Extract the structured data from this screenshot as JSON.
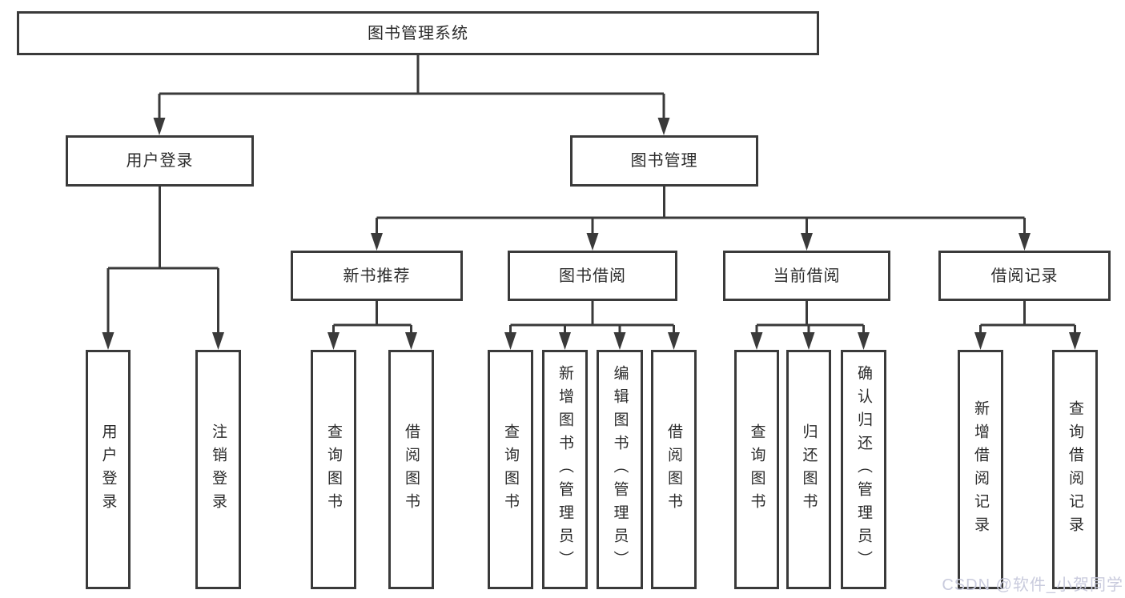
{
  "diagram_title": "图书管理系统",
  "boxes": {
    "root": "图书管理系统",
    "user_login": "用户登录",
    "book_mgmt": "图书管理",
    "new_book_rec": "新书推荐",
    "book_borrow": "图书借阅",
    "current_borrow": "当前借阅",
    "borrow_record": "借阅记录",
    "leaf_user_login": "用户登录",
    "leaf_logout": "注销登录",
    "leaf_query_book_1": "查询图书",
    "leaf_borrow_book_1": "借阅图书",
    "leaf_query_book_2": "查询图书",
    "leaf_add_book": "新增图书（管理员）",
    "leaf_edit_book": "编辑图书（管理员）",
    "leaf_borrow_book_2": "借阅图书",
    "leaf_query_book_3": "查询图书",
    "leaf_return_book": "归还图书",
    "leaf_confirm_return": "确认归还（管理员）",
    "leaf_add_record": "新增借阅记录",
    "leaf_query_record": "查询借阅记录"
  },
  "watermark": "CSDN @软件_小贺同学",
  "colors": {
    "line": "#3a3a3a",
    "text": "#2b2b2b",
    "background": "#ffffff",
    "watermark": "#c9cbdd"
  }
}
